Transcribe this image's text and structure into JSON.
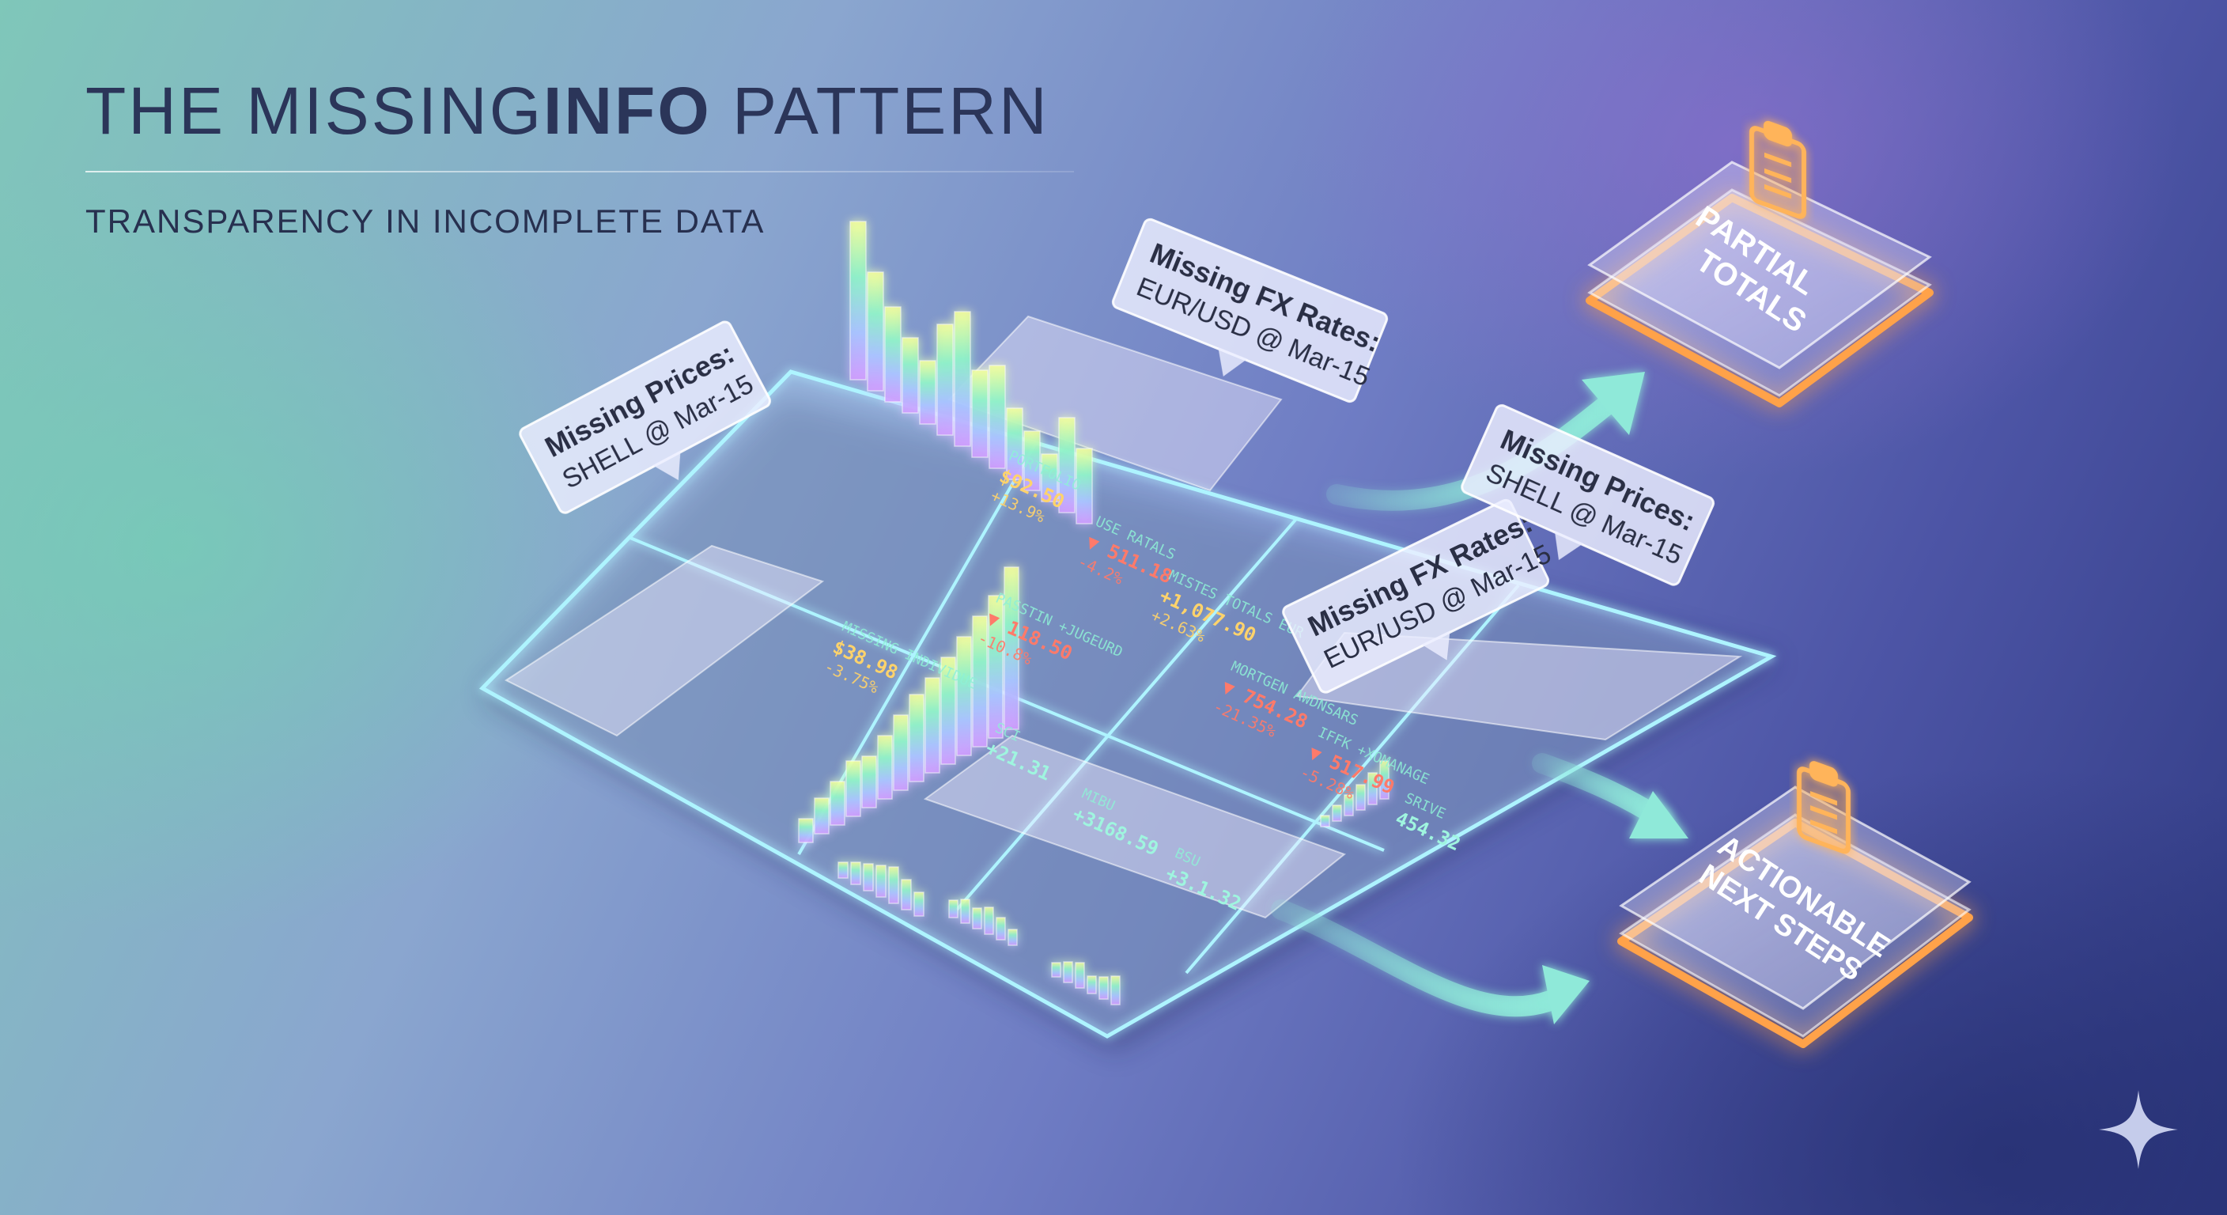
{
  "title": {
    "prefix": "THE MISSING",
    "bold": "INFO",
    "suffix": " PATTERN",
    "subtitle": "TRANSPARENCY IN INCOMPLETE DATA"
  },
  "callouts": [
    {
      "id": "left-prices",
      "title": "Missing Prices:",
      "subtitle": "SHELL @ Mar-15"
    },
    {
      "id": "top-fx",
      "title": "Missing FX Rates:",
      "subtitle": "EUR/USD @ Mar-15"
    },
    {
      "id": "mid-fx",
      "title": "Missing FX Rates:",
      "subtitle": "EUR/USD @ Mar-15"
    },
    {
      "id": "right-prices",
      "title": "Missing Prices:",
      "subtitle": "SHELL @ Mar-15"
    }
  ],
  "outputs": [
    {
      "id": "partial-totals",
      "lines": [
        "PARTIAL",
        "TOTALS"
      ],
      "icon": "clipboard-checklist-icon",
      "glow": "#ffa24a"
    },
    {
      "id": "actionable-next-steps",
      "lines": [
        "ACTIONABLE",
        "NEXT STEPS"
      ],
      "icon": "clipboard-checklist-icon",
      "glow": "#ffa24a"
    }
  ],
  "tiles": [
    {
      "label": "PORTFOLIO",
      "value": "$92.50",
      "change": "+13.9%",
      "u": 0.24,
      "v": 0.06,
      "labelColor": "#8ff0d6",
      "valueColor": "#ffd36b"
    },
    {
      "label": "USE RATALS",
      "value": "▼ 511.18",
      "change": "-4.2%",
      "u": 0.36,
      "v": 0.16,
      "labelColor": "#8ff0d6",
      "valueColor": "#ff7a6a"
    },
    {
      "label": "MISTES TOTALS EUR",
      "value": "+1,077.90",
      "change": "+2.63%",
      "u": 0.46,
      "v": 0.24,
      "labelColor": "#8ff0d6",
      "valueColor": "#ffd36b"
    },
    {
      "label": "PASSTIN +JUGEURD",
      "value": "▼ 118.50",
      "change": "-10.8%",
      "u": 0.34,
      "v": 0.42,
      "labelColor": "#8ff0d6",
      "valueColor": "#ff7a6a"
    },
    {
      "label": "MISSING INDIVIDUE",
      "value": "$38.98",
      "change": "-3.75%",
      "u": 0.24,
      "v": 0.6,
      "labelColor": "#8ff0d6",
      "valueColor": "#ffd36b"
    },
    {
      "label": "MORTGEN AWDNSARS",
      "value": "▼ 754.28",
      "change": "-21.35%",
      "u": 0.58,
      "v": 0.42,
      "labelColor": "#8ff0d6",
      "valueColor": "#ff7a6a"
    },
    {
      "label": "IFFK +XOMANAGE",
      "value": "▼ 517.99",
      "change": "-5.28%",
      "u": 0.7,
      "v": 0.52,
      "labelColor": "#8ff0d6",
      "valueColor": "#ff7a6a"
    },
    {
      "label": "SRIVE",
      "value": "454.32",
      "change": "",
      "u": 0.82,
      "v": 0.62,
      "labelColor": "#8ff0d6",
      "valueColor": "#9ff5df"
    },
    {
      "label": "SCI",
      "value": "+21.31",
      "change": "",
      "u": 0.44,
      "v": 0.74,
      "labelColor": "#8ff0d6",
      "valueColor": "#9ff5df"
    },
    {
      "label": "MIBU",
      "value": "+3168.59",
      "change": "",
      "u": 0.56,
      "v": 0.84,
      "labelColor": "#8ff0d6",
      "valueColor": "#9ff5df"
    },
    {
      "label": "BSU",
      "value": "+3.1.32",
      "change": "",
      "u": 0.68,
      "v": 0.92,
      "labelColor": "#8ff0d6",
      "valueColor": "#9ff5df"
    }
  ],
  "colors": {
    "gridLine": "#aef4ff",
    "barA": "#7ff2c8",
    "barB": "#c79cff",
    "arrow": "#8fe9d9",
    "glowOrange": "#ffa24a"
  },
  "decorations": {
    "corner": "sparkle-star-icon"
  }
}
